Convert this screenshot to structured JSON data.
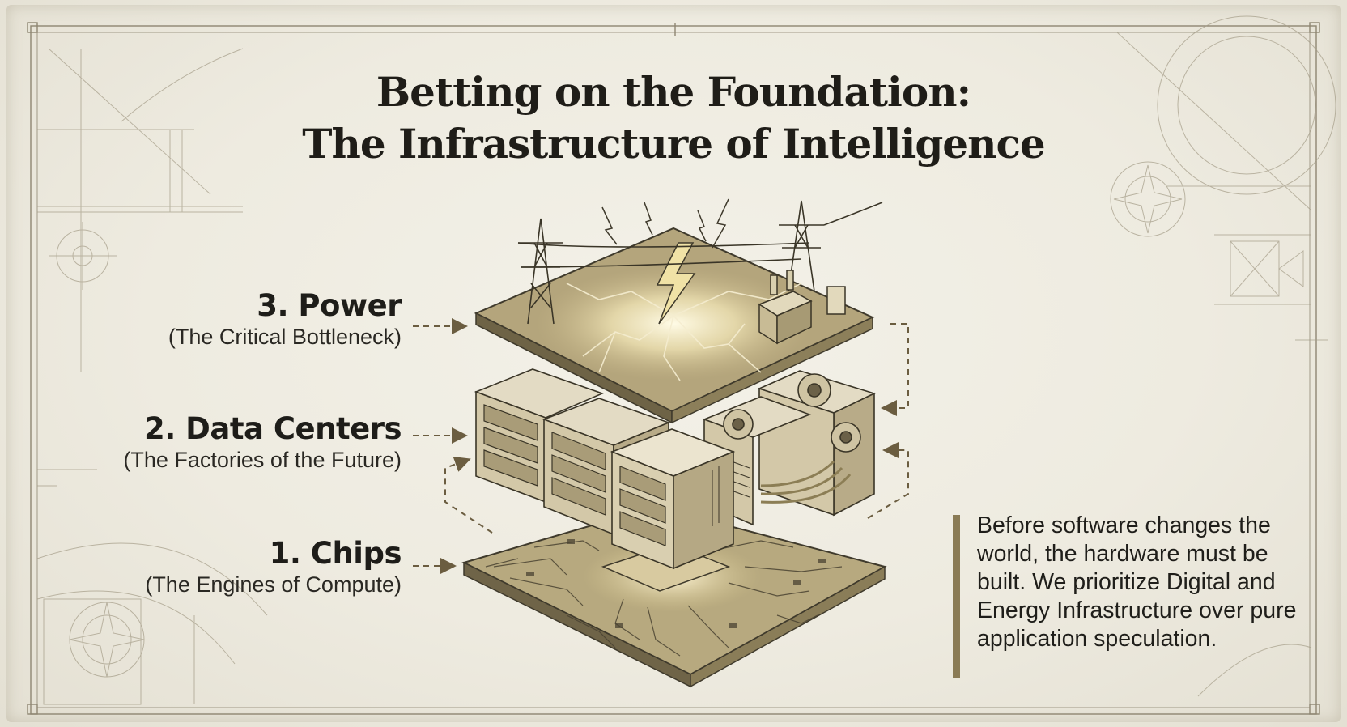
{
  "title": {
    "line1": "Betting on the Foundation:",
    "line2": "The Infrastructure of Intelligence"
  },
  "layers": [
    {
      "name": "3. Power",
      "subtitle": "(The Critical Bottleneck)",
      "icon": "power-grid-layer-icon"
    },
    {
      "name": "2. Data Centers",
      "subtitle": "(The Factories of the Future)",
      "icon": "server-rack-layer-icon"
    },
    {
      "name": "1. Chips",
      "subtitle": "(The Engines of Compute)",
      "icon": "circuit-board-layer-icon"
    }
  ],
  "quote": "Before software changes the world, the hardware must be built. We prioritize Digital and Energy Infrastructure over pure application speculation.",
  "colors": {
    "paper": "#eeebe0",
    "ink": "#1f1d18",
    "accent_bar": "#8a7b55",
    "sketch_line": "#5c5546"
  }
}
